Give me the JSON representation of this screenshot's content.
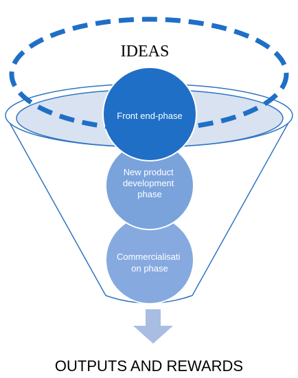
{
  "ideas_label": "IDEAS",
  "output_label": "OUTPUTS AND REWARDS",
  "phases": [
    {
      "label_lines": [
        "Front end-phase"
      ],
      "fill": "#1f6fc6"
    },
    {
      "label_lines": [
        "New product",
        "development",
        "phase"
      ],
      "fill": "#7aa3dc"
    },
    {
      "label_lines": [
        "Commercialisati",
        "on phase"
      ],
      "fill": "#86aadf"
    }
  ],
  "colors": {
    "ideas_ring": "#1f6fc6",
    "funnel_outline": "#2e74c0",
    "funnel_rim_fill": "#d9e2f1",
    "arrow": "#a9bde2",
    "phase_text": "#ffffff"
  },
  "icons": {
    "down_arrow": "down-arrow-icon"
  }
}
